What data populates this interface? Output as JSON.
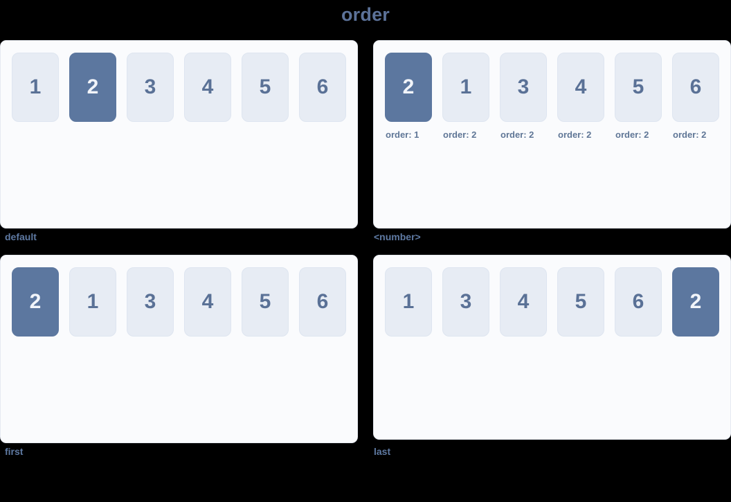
{
  "header": {
    "title": "order",
    "title_color": "#5c7299"
  },
  "theme": {
    "panel_bg": "#fafbfd",
    "panel_border": "#e6eaf1",
    "item_bg": "#e7ecf4",
    "item_border": "#dee5f0",
    "item_text": "#5a7196",
    "active_bg": "#5c779f",
    "active_text": "#f2f5fa",
    "caption_color": "#5f7aa3",
    "note_color": "#5f7696",
    "page_bg": "#000000"
  },
  "panels": [
    {
      "caption": "default",
      "items": [
        {
          "label": "1",
          "active": false,
          "note": ""
        },
        {
          "label": "2",
          "active": true,
          "note": ""
        },
        {
          "label": "3",
          "active": false,
          "note": ""
        },
        {
          "label": "4",
          "active": false,
          "note": ""
        },
        {
          "label": "5",
          "active": false,
          "note": ""
        },
        {
          "label": "6",
          "active": false,
          "note": ""
        }
      ]
    },
    {
      "caption": "<number>",
      "items": [
        {
          "label": "2",
          "active": true,
          "note": "order: 1"
        },
        {
          "label": "1",
          "active": false,
          "note": "order: 2"
        },
        {
          "label": "3",
          "active": false,
          "note": "order: 2"
        },
        {
          "label": "4",
          "active": false,
          "note": "order: 2"
        },
        {
          "label": "5",
          "active": false,
          "note": "order: 2"
        },
        {
          "label": "6",
          "active": false,
          "note": "order: 2"
        }
      ]
    },
    {
      "caption": "first",
      "items": [
        {
          "label": "2",
          "active": true,
          "note": ""
        },
        {
          "label": "1",
          "active": false,
          "note": ""
        },
        {
          "label": "3",
          "active": false,
          "note": ""
        },
        {
          "label": "4",
          "active": false,
          "note": ""
        },
        {
          "label": "5",
          "active": false,
          "note": ""
        },
        {
          "label": "6",
          "active": false,
          "note": ""
        }
      ]
    },
    {
      "caption": "last",
      "items": [
        {
          "label": "1",
          "active": false,
          "note": ""
        },
        {
          "label": "3",
          "active": false,
          "note": ""
        },
        {
          "label": "4",
          "active": false,
          "note": ""
        },
        {
          "label": "5",
          "active": false,
          "note": ""
        },
        {
          "label": "6",
          "active": false,
          "note": ""
        },
        {
          "label": "2",
          "active": true,
          "note": ""
        }
      ]
    }
  ]
}
